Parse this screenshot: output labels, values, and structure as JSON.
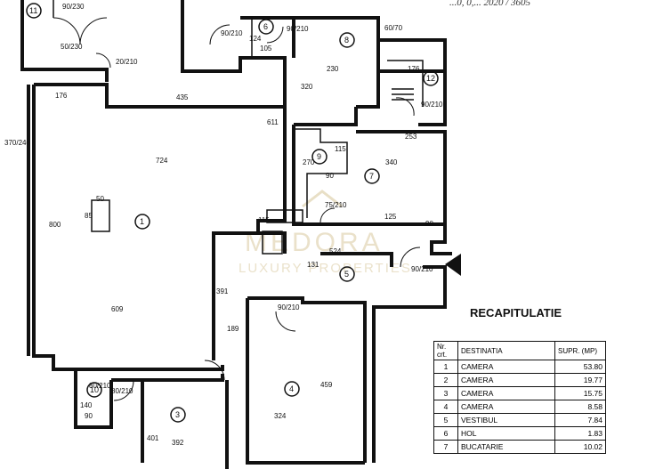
{
  "header_text": "...0, 0,... 2020 / 3605",
  "watermark": {
    "brand": "MEDORA",
    "tagline": "LUXURY PROPERTIES"
  },
  "rooms": [
    {
      "id": "1",
      "label": "1"
    },
    {
      "id": "3",
      "label": "3"
    },
    {
      "id": "4",
      "label": "4"
    },
    {
      "id": "5",
      "label": "5"
    },
    {
      "id": "6",
      "label": "6"
    },
    {
      "id": "7",
      "label": "7"
    },
    {
      "id": "8",
      "label": "8"
    },
    {
      "id": "9",
      "label": "9"
    },
    {
      "id": "10",
      "label": "10"
    },
    {
      "id": "11",
      "label": "11"
    },
    {
      "id": "12",
      "label": "12"
    }
  ],
  "dimensions": [
    "90/230",
    "50/230",
    "90/210",
    "90/210",
    "90/210",
    "60/70",
    "80/210",
    "20/210",
    "176",
    "435",
    "611",
    "724",
    "230",
    "320",
    "370/240",
    "800",
    "50",
    "85",
    "270",
    "90",
    "115",
    "340",
    "253",
    "176",
    "75/210",
    "125",
    "90",
    "131",
    "524",
    "115",
    "391",
    "189",
    "609",
    "90/210",
    "90/210",
    "80/210",
    "140",
    "90",
    "392",
    "324",
    "459",
    "401",
    "105",
    "124"
  ],
  "recap": {
    "title": "RECAPITULATIE",
    "headers": {
      "nr": "Nr. crt.",
      "dest": "DESTINATIA",
      "supr": "SUPR. (MP)"
    },
    "rows": [
      {
        "nr": "1",
        "dest": "CAMERA",
        "supr": "53.80"
      },
      {
        "nr": "2",
        "dest": "CAMERA",
        "supr": "19.77"
      },
      {
        "nr": "3",
        "dest": "CAMERA",
        "supr": "15.75"
      },
      {
        "nr": "4",
        "dest": "CAMERA",
        "supr": "8.58"
      },
      {
        "nr": "5",
        "dest": "VESTIBUL",
        "supr": "7.84"
      },
      {
        "nr": "6",
        "dest": "HOL",
        "supr": "1.83"
      },
      {
        "nr": "7",
        "dest": "BUCATARIE",
        "supr": "10.02"
      }
    ]
  }
}
